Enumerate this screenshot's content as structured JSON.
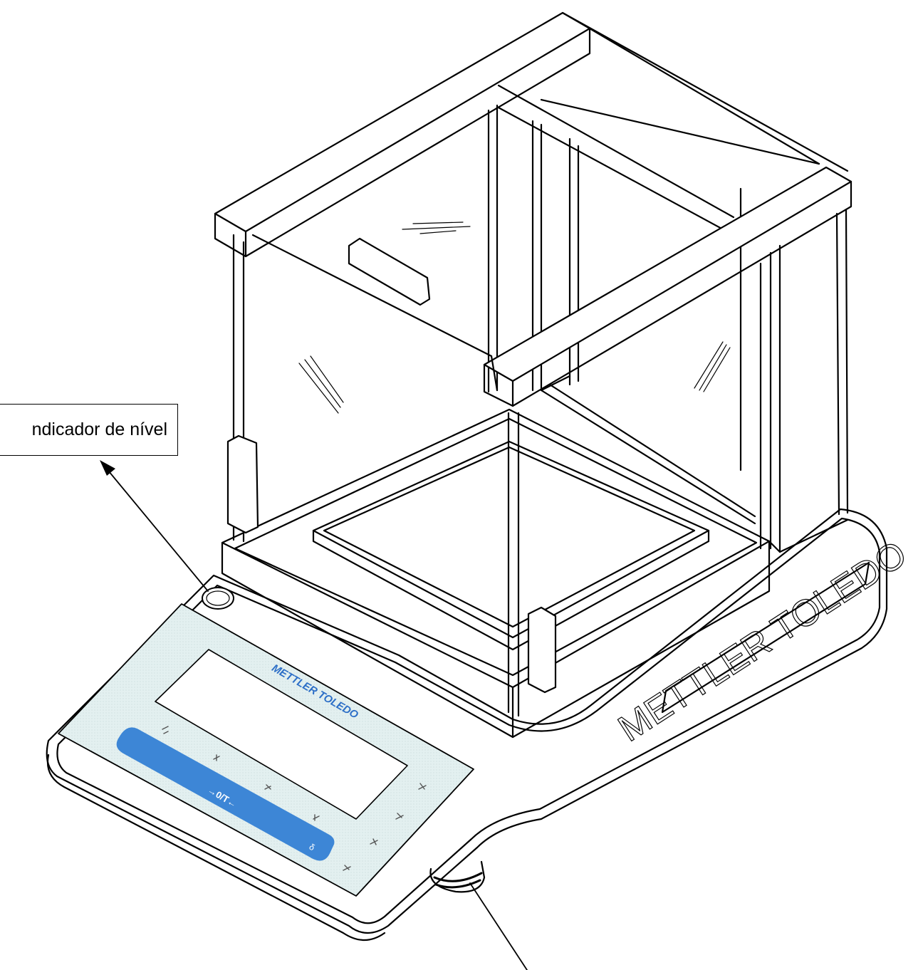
{
  "figure": {
    "callouts": [
      {
        "label": "ndicador de nível"
      }
    ],
    "brand_panel": "METTLER TOLEDO",
    "brand_side": "METTLER TOLEDO",
    "tare_key": "→0/T←",
    "small_key": "δ"
  },
  "colors": {
    "line": "#000000",
    "panel": "#dfeeee",
    "key_strip": "#3d86d6",
    "brand_blue": "#2d6fc7",
    "glass": "#ffffff"
  }
}
